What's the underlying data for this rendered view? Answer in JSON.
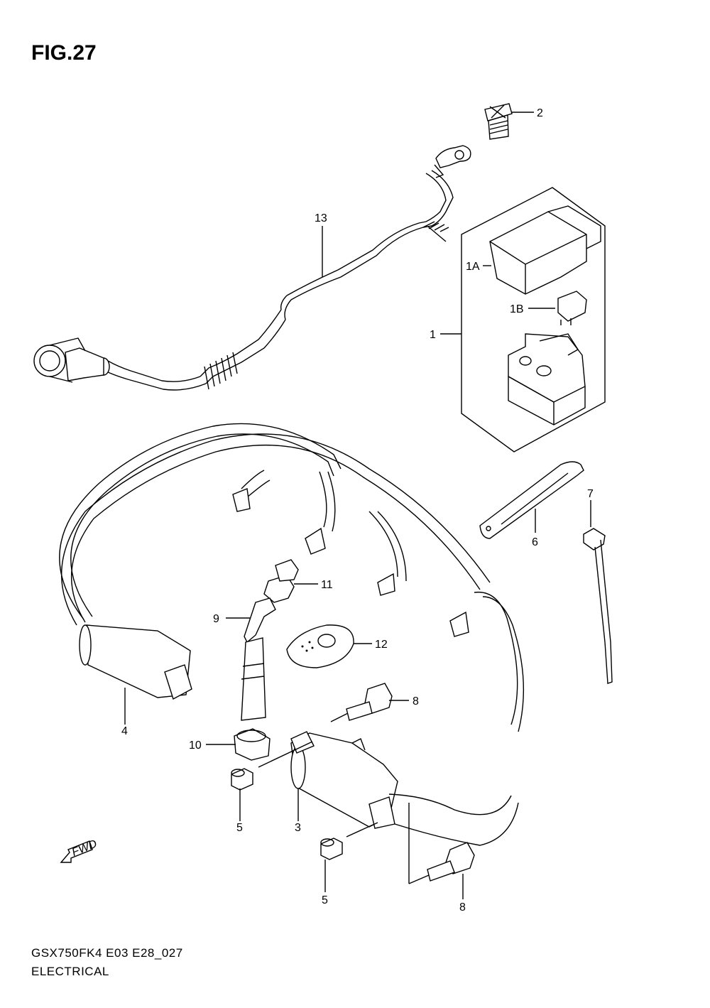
{
  "figure": {
    "title": "FIG.27",
    "model_code": "GSX750FK4 E03 E28_027",
    "section_name": "ELECTRICAL"
  },
  "callouts": [
    {
      "id": "2",
      "label": "2"
    },
    {
      "id": "13",
      "label": "13"
    },
    {
      "id": "1A",
      "label": "1A"
    },
    {
      "id": "1B",
      "label": "1B"
    },
    {
      "id": "1",
      "label": "1"
    },
    {
      "id": "7",
      "label": "7"
    },
    {
      "id": "6",
      "label": "6"
    },
    {
      "id": "11",
      "label": "11"
    },
    {
      "id": "9",
      "label": "9"
    },
    {
      "id": "12",
      "label": "12"
    },
    {
      "id": "8a",
      "label": "8"
    },
    {
      "id": "4",
      "label": "4"
    },
    {
      "id": "10",
      "label": "10"
    },
    {
      "id": "5a",
      "label": "5"
    },
    {
      "id": "3",
      "label": "3"
    },
    {
      "id": "5b",
      "label": "5"
    },
    {
      "id": "8b",
      "label": "8"
    }
  ],
  "fwd_arrow": {
    "label": "FWD"
  }
}
